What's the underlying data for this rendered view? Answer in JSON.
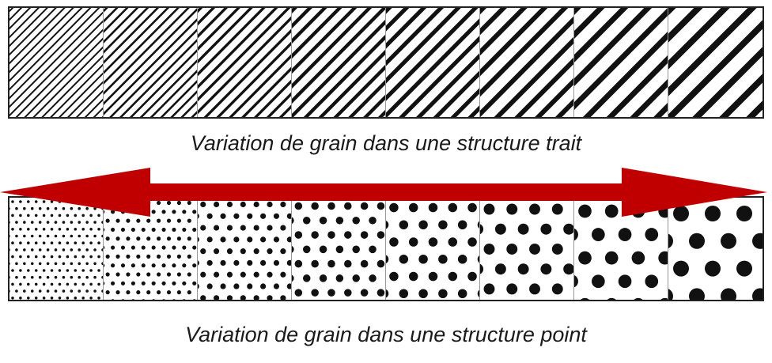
{
  "captions": {
    "lines": "Variation de grain dans une structure trait",
    "dots": "Variation de grain dans une structure point"
  },
  "line_cells": [
    {
      "spacing": 11,
      "stroke": 2
    },
    {
      "spacing": 13,
      "stroke": 2.6
    },
    {
      "spacing": 16,
      "stroke": 3.4
    },
    {
      "spacing": 19,
      "stroke": 4.4
    },
    {
      "spacing": 22,
      "stroke": 5.2
    },
    {
      "spacing": 26,
      "stroke": 6
    },
    {
      "spacing": 30,
      "stroke": 7
    },
    {
      "spacing": 34,
      "stroke": 8
    }
  ],
  "dot_cells": [
    {
      "spacing": 10,
      "radius": 1.8
    },
    {
      "spacing": 13,
      "radius": 2.6
    },
    {
      "spacing": 17,
      "radius": 3.6
    },
    {
      "spacing": 21,
      "radius": 4.8
    },
    {
      "spacing": 25,
      "radius": 5.8
    },
    {
      "spacing": 29,
      "radius": 7
    },
    {
      "spacing": 34,
      "radius": 8.4
    },
    {
      "spacing": 40,
      "radius": 10
    }
  ],
  "colors": {
    "ink": "#111111",
    "arrow": "#c00000"
  }
}
